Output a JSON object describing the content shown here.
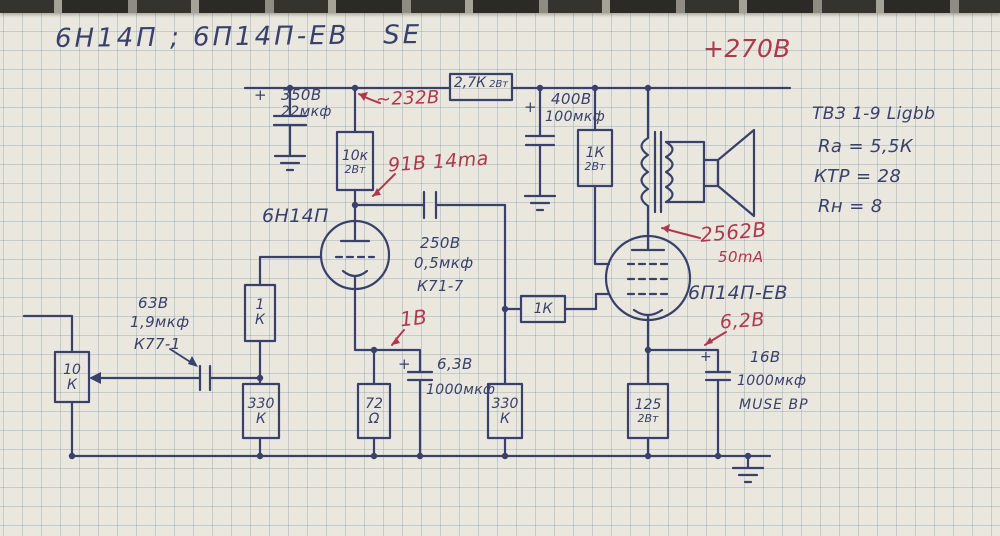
{
  "colors": {
    "ink_blue": "#39406b",
    "annotation_red": "#b0384e",
    "paper": "#eae7de",
    "grid_line": "#7a8fa3"
  },
  "schematic": {
    "title": "6Н14П ; 6П14П-ЕВ   SE",
    "supply_label": "+270В",
    "transformer_spec": {
      "model": "ТВЗ 1-9 Ligbb",
      "ra": "Ra = 5,5К",
      "ktr": "КТР = 28",
      "rn": "Rн = 8"
    },
    "tubes": {
      "input": "6Н14П",
      "output": "6П14П-ЕВ"
    },
    "annotations_red": {
      "after_filter": "~232В",
      "anode1": "91В 14ma",
      "cathode1": "1В",
      "anode2": "2562В",
      "anode2_current": "50mA",
      "cathode2": "6,2В"
    },
    "components": {
      "filter_cap_1": {
        "plus": "+",
        "voltage": "350В",
        "value": "22мкф"
      },
      "anode_resistor": {
        "value": "10к",
        "power": "2Вт"
      },
      "decoupling_resistor": {
        "value": "2,7К",
        "power": "2Вт"
      },
      "filter_cap_2": {
        "plus": "+",
        "voltage": "400В",
        "value": "100мкф"
      },
      "screen_resistor": {
        "value": "1К",
        "power": "2Вт"
      },
      "coupling_cap": {
        "voltage": "250В",
        "value": "0,5мкф",
        "type": "К71-7"
      },
      "grid_stopper_1": {
        "line1": "1",
        "line2": "К"
      },
      "grid_stopper_2": {
        "value": "1К"
      },
      "input_cap": {
        "voltage": "63В",
        "value": "1,9мкф",
        "type": "К77-1"
      },
      "volume_pot": {
        "line1": "10",
        "line2": "К"
      },
      "grid_leak_1": {
        "line1": "330",
        "line2": "К"
      },
      "cathode_resistor_1": {
        "line1": "72",
        "line2": "Ω"
      },
      "bypass_cap_1": {
        "plus": "+",
        "voltage": "6,3В",
        "value": "1000мкф"
      },
      "grid_leak_2": {
        "line1": "330",
        "line2": "К"
      },
      "cathode_resistor_2": {
        "line1": "125",
        "line2": "2Вт"
      },
      "bypass_cap_2": {
        "plus": "+",
        "voltage": "16В",
        "value": "1000мкф",
        "type": "MUSE BP"
      }
    }
  }
}
